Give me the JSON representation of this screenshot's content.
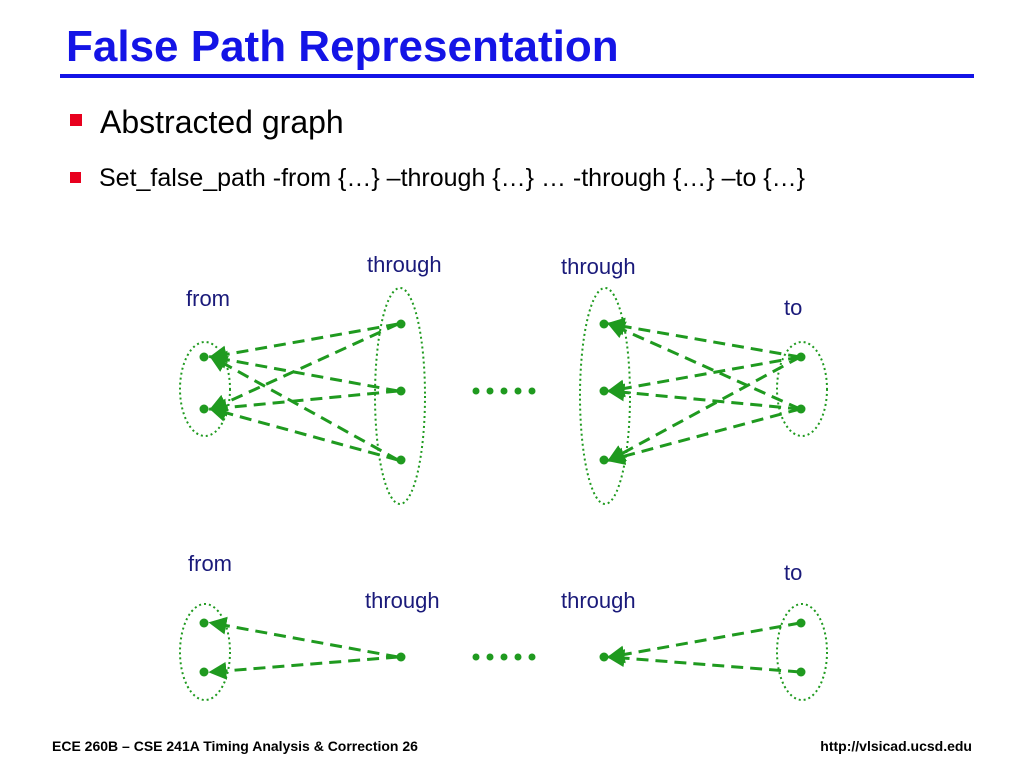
{
  "slide": {
    "title": "False Path Representation",
    "bullets": [
      "Abstracted graph",
      "Set_false_path -from {…} –through {…} … -through {…} –to {…}"
    ]
  },
  "diagram_top": {
    "from_label": "from",
    "through1_label": "through",
    "through2_label": "through",
    "to_label": "to",
    "ellipsis_dots": 5
  },
  "diagram_bottom": {
    "from_label": "from",
    "through1_label": "through",
    "through2_label": "through",
    "to_label": "to",
    "ellipsis_dots": 5
  },
  "colors": {
    "title": "#1414e6",
    "bullet": "#e8001e",
    "edge": "#1f9a1f",
    "group_outline": "#1f9a1f",
    "label": "#1a1a7a"
  },
  "footer": {
    "left": "ECE 260B – CSE 241A Timing Analysis & Correction 26",
    "right": "http://vlsicad.ucsd.edu"
  }
}
